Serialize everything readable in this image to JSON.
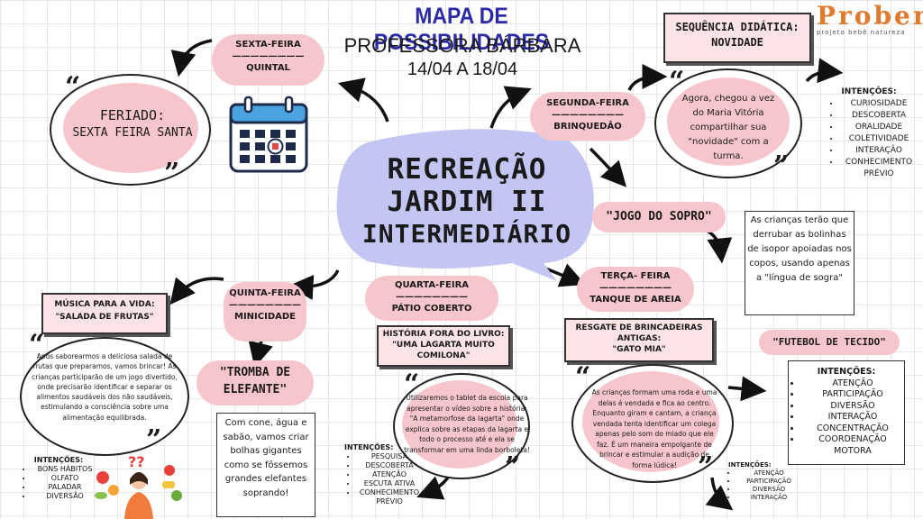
{
  "header": {
    "title": "MAPA DE POSSIBILIDADES",
    "teacher": "PROFESSORA BÁRBARA",
    "dates": "14/04 A 18/04"
  },
  "logo": {
    "name": "Proben",
    "tagline": "projeto bebê natureza"
  },
  "center": {
    "line1": "RECREAÇÃO",
    "line2": "JARDIM II",
    "line3": "INTERMEDIÁRIO"
  },
  "friday": {
    "day": "SEXTA-FEIRA",
    "sep": "————————",
    "place": "QUINTAL",
    "holiday_line1": "FERIADO:",
    "holiday_line2": "SEXTA FEIRA SANTA"
  },
  "monday": {
    "day": "SEGUNDA-FEIRA",
    "sep": "————————",
    "place": "BRINQUEDÃO",
    "sequence_line1": "SEQUÊNCIA DIDÁTICA:",
    "sequence_line2": "NOVIDADE",
    "description": "Agora, chegou a vez do Maria Vitória compartilhar sua \"novidade\" com a turma.",
    "intentions_title": "INTENÇÕES:",
    "intentions": [
      "CURIOSIDADE",
      "DESCOBERTA",
      "ORALIDADE",
      "COLETIVIDADE",
      "INTERAÇÃO",
      "CONHECIMENTO PRÉVIO"
    ]
  },
  "tuesday": {
    "game": "\"JOGO DO SOPRO\"",
    "game_desc": "As crianças terão que derrubar as bolinhas de isopor apoiadas nos copos, usando apenas a \"língua de sogra\"",
    "day": "TERÇA- FEIRA",
    "sep": "————————",
    "place": "TANQUE DE AREIA",
    "rescue_line1": "RESGATE DE BRINCADEIRAS",
    "rescue_line2": "ANTIGAS:",
    "rescue_line3": "\"GATO MIA\"",
    "description": "As crianças formam uma roda e uma delas é vendada e fica ao centro. Enquanto giram e cantam, a criança vendada tenta identificar um colega apenas pelo som do miado que ele faz. É um maneira empolgante de brincar e estimular a audição de forma lúdica!",
    "intentions_title": "INTENÇÕES:",
    "intentions": [
      "ATENÇÃO",
      "PARTICIPAÇÃO",
      "DIVERSÃO",
      "INTERAÇÃO"
    ],
    "football": "\"FUTEBOL DE TECIDO\"",
    "football_intentions_title": "INTENÇÕES:",
    "football_intentions": [
      "ATENÇÃO",
      "PARTICIPAÇÃO",
      "DIVERSÃO",
      "INTERAÇÃO",
      "CONCENTRAÇÃO",
      "COORDENAÇÃO MOTORA"
    ]
  },
  "wednesday": {
    "day": "QUARTA-FEIRA",
    "sep": "————————",
    "place": "PÁTIO COBERTO",
    "story_line1": "HISTÓRIA FORA DO LIVRO:",
    "story_line2": "\"UMA LAGARTA MUITO",
    "story_line3": "COMILONA\"",
    "description": "Utilizaremos o tablet da escola para apresentar o vídeo sobre a história: \"A metamorfose da lagarta\" onde explica sobre as etapas da lagarta e todo o processo até e ela se transformar em uma linda borboleta!",
    "intentions_title": "INTENÇÕES:",
    "intentions": [
      "PESQUISA",
      "DESCOBERTA",
      "ATENÇÃO",
      "ESCUTA ATIVA",
      "CONHECIMENTO PRÉVIO"
    ]
  },
  "thursday": {
    "day": "QUINTA-FEIRA",
    "sep": "————————",
    "place": "MINICIDADE",
    "music_line1": "MÚSICA PARA A VIDA:",
    "music_line2": "\"SALADA DE FRUTAS\"",
    "description": "Após saborearmos a deliciosa salada de frutas que preparamos, vamos brincar! As crianças participarão de um jogo divertido, onde precisarão identificar e separar os alimentos saudáveis dos não saudáveis, estimulando a consciência sobre uma alimentação equilibrada.",
    "intentions_title": "INTENÇÕES:",
    "intentions": [
      "BONS HÁBITOS",
      "OLFATO",
      "PALADAR",
      "DIVERSÃO"
    ],
    "activity_line1": "\"TROMBA DE",
    "activity_line2": "ELEFANTE\"",
    "activity_desc": "Com cone, água e sabão, vamos criar bolhas gigantes como se fôssemos grandes elefantes soprando!"
  },
  "colors": {
    "title_blue": "#2b2ba8",
    "pink": "#f6c6cc",
    "center_blob": "#c3c5f3"
  },
  "icons": [
    "calendar-icon",
    "quote-open-icon",
    "quote-close-icon",
    "curved-arrow-icon",
    "food-illustration"
  ]
}
